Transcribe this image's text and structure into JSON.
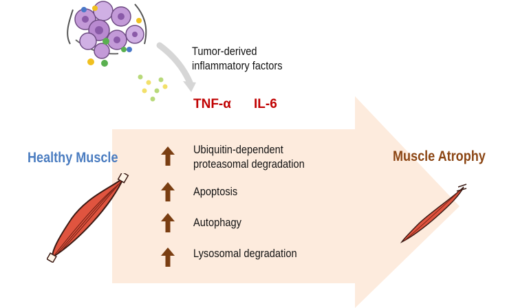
{
  "tumor": {
    "line1": "Tumor-derived",
    "line2": "inflammatory factors"
  },
  "cytokines": [
    "TNF-α",
    "IL-6"
  ],
  "states": {
    "healthy": "Healthy Muscle",
    "atrophy": "Muscle Atrophy"
  },
  "processes": [
    {
      "line1": "Ubiquitin-dependent",
      "line2": "proteasomal degradation"
    },
    {
      "line1": "Apoptosis"
    },
    {
      "line1": "Autophagy"
    },
    {
      "line1": "Lysosomal degradation"
    }
  ],
  "colors": {
    "arrow_fill": "#fdebdd",
    "healthy_text": "#4a7cc0",
    "atrophy_text": "#8b4513",
    "cytokine_text": "#c00000",
    "up_arrow": "#7a3e12",
    "muscle": "#e0543f"
  }
}
